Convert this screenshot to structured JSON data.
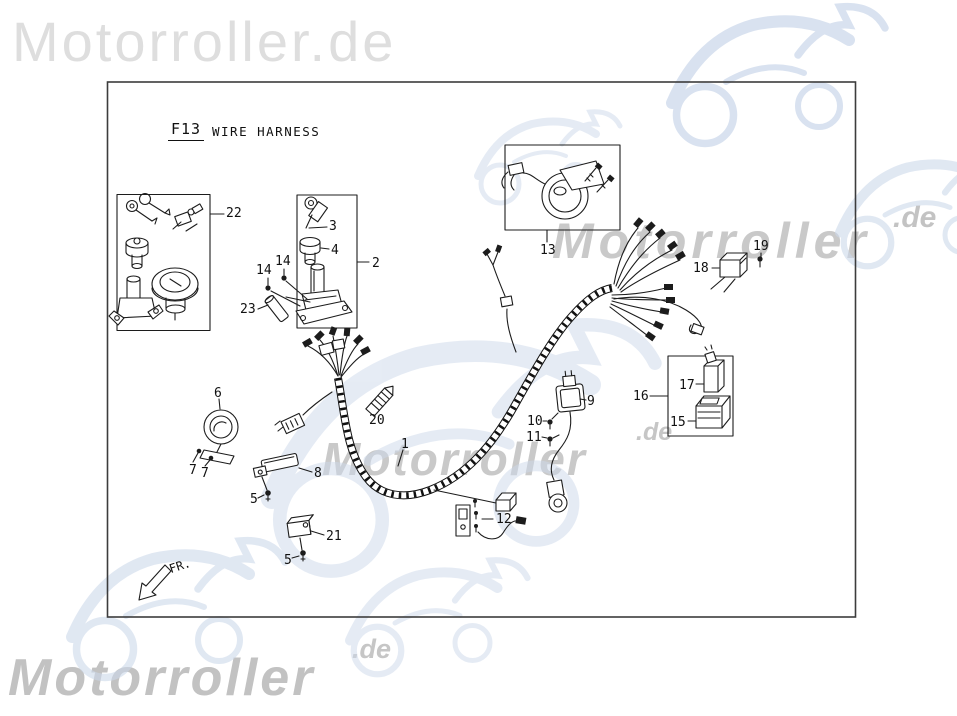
{
  "watermarks": {
    "top": "Motorroller.de",
    "brand": "Motorroller",
    "domain_suffix": ".de"
  },
  "diagram": {
    "code": "F13",
    "title": "WIRE HARNESS",
    "direction_label": "FR."
  },
  "part_labels": {
    "1": "1",
    "2": "2",
    "3": "3",
    "4": "4",
    "5": "5",
    "6": "6",
    "7": "7",
    "8": "8",
    "9": "9",
    "10": "10",
    "11": "11",
    "12": "12",
    "13": "13",
    "14": "14",
    "15": "15",
    "16": "16",
    "17": "17",
    "18": "18",
    "19": "19",
    "20": "20",
    "21": "21",
    "22": "22",
    "23": "23"
  },
  "colors": {
    "watermark_gray": "#c9c9c9",
    "watermark_blue": "#cdd9eb",
    "line_art": "#1c1c1c"
  }
}
